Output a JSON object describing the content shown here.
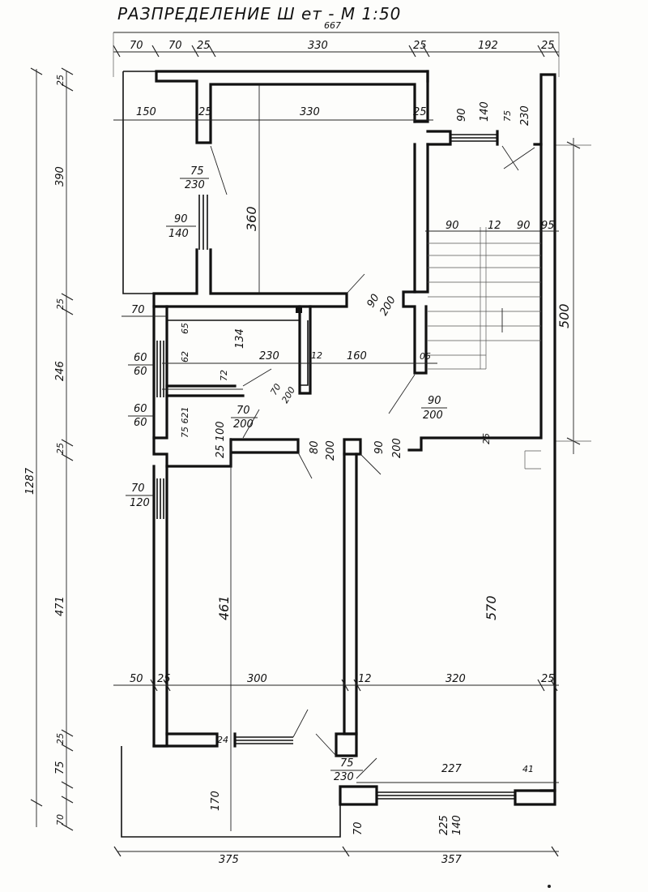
{
  "title": "РАЗПРЕДЕЛЕНИЕ Ш ет - М 1:50",
  "dims": {
    "top_total": "667",
    "top_70a": "70",
    "top_70b": "70",
    "top_25a": "25",
    "top_330": "330",
    "top_25b": "25",
    "top_192": "192",
    "top_25c": "25",
    "room1_150": "150",
    "room1_25": "25",
    "room1_330": "330",
    "room1_25b": "25",
    "stair_90": "90",
    "stair_140": "140",
    "stair_75": "75",
    "stair_230": "230",
    "r1_75": "75",
    "r1_230": "230",
    "r1_90": "90",
    "r1_140": "140",
    "r1_360": "360",
    "door_90": "90",
    "door_200": "200",
    "stair_90a": "90",
    "stair_12": "12",
    "stair_90b": "90",
    "stair_95": "95",
    "right_500": "500",
    "left_390": "390",
    "left_25a": "25",
    "left_246": "246",
    "left_25b": "25",
    "left_1287": "1287",
    "left_471": "471",
    "left_25c": "25",
    "left_75": "75",
    "left_25d": "25",
    "left_170": "170",
    "left_70": "70",
    "bath_70": "70",
    "bath_65": "65",
    "bath_134": "134",
    "bath_230": "230",
    "bath_12": "12",
    "bath_160": "160",
    "bath_05": "05",
    "win_60a": "60",
    "win_60b": "60",
    "win_60c": "60",
    "win_60d": "60",
    "wc_62": "62",
    "wc_72": "72",
    "wc_70a": "70",
    "wc_200a": "200",
    "wc_70b": "70",
    "wc_200b": "200",
    "wc_621": "75 621",
    "wc_100": "25 100",
    "hall_90": "90",
    "hall_200": "200",
    "hall_80": "80",
    "hall_200b": "200",
    "hall_90b": "90",
    "hall_200c": "200",
    "hall_25": "25",
    "bed_70": "70",
    "bed_120": "120",
    "bed_461": "461",
    "liv_570": "570",
    "bot_50": "50",
    "bot_25": "25",
    "bot_300": "300",
    "bot_12": "12",
    "bot_320": "320",
    "bot_25b": "25",
    "bot_24": "24",
    "bot_75": "75",
    "bot_230": "230",
    "bot_227": "227",
    "bot_41": "41",
    "bot_70": "70",
    "bot_225": "225",
    "bot_140": "140",
    "bot_375": "375",
    "bot_357": "357"
  }
}
